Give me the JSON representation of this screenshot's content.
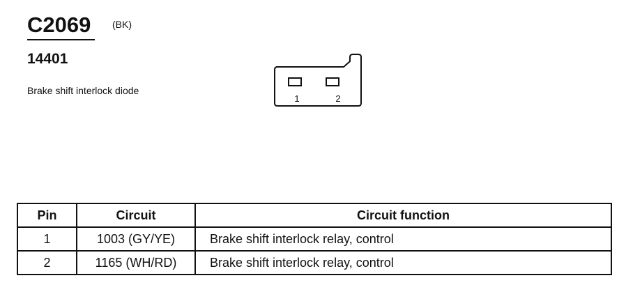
{
  "header": {
    "connector_id": "C2069",
    "connector_color": "(BK)",
    "part_number": "14401",
    "description": "Brake shift interlock diode"
  },
  "connector": {
    "pin_labels": [
      "1",
      "2"
    ]
  },
  "table": {
    "headers": [
      "Pin",
      "Circuit",
      "Circuit function"
    ],
    "rows": [
      {
        "pin": "1",
        "circuit": "1003 (GY/YE)",
        "function": "Brake shift interlock relay, control"
      },
      {
        "pin": "2",
        "circuit": "1165 (WH/RD)",
        "function": "Brake shift interlock relay, control"
      }
    ]
  }
}
